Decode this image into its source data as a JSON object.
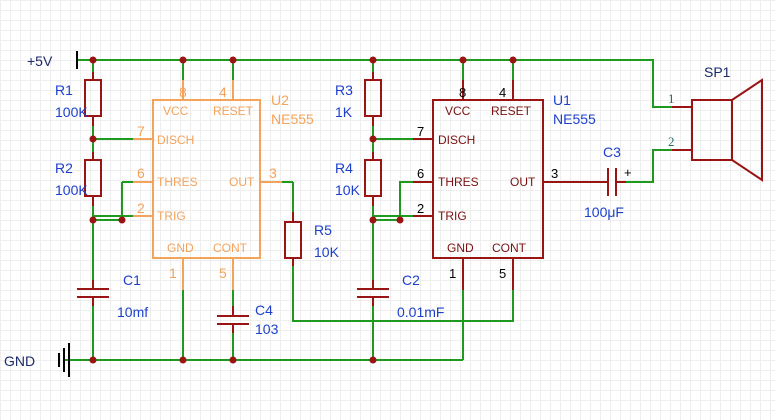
{
  "power": {
    "vcc": "+5V",
    "gnd": "GND"
  },
  "u2": {
    "ref": "U2",
    "part": "NE555",
    "pins": {
      "vcc": "VCC",
      "reset": "RESET",
      "disch": "DISCH",
      "thres": "THRES",
      "trig": "TRIG",
      "out": "OUT",
      "gnd": "GND",
      "cont": "CONT"
    },
    "pin_numbers": {
      "vcc": "8",
      "reset": "4",
      "disch": "7",
      "thres": "6",
      "trig": "2",
      "out": "3",
      "gnd": "1",
      "cont": "5"
    }
  },
  "u1": {
    "ref": "U1",
    "part": "NE555",
    "pins": {
      "vcc": "VCC",
      "reset": "RESET",
      "disch": "DISCH",
      "thres": "THRES",
      "trig": "TRIG",
      "out": "OUT",
      "gnd": "GND",
      "cont": "CONT"
    },
    "pin_numbers": {
      "vcc": "8",
      "reset": "4",
      "disch": "7",
      "thres": "6",
      "trig": "2",
      "out": "3",
      "gnd": "1",
      "cont": "5"
    }
  },
  "components": {
    "r1": {
      "ref": "R1",
      "value": "100K"
    },
    "r2": {
      "ref": "R2",
      "value": "100K"
    },
    "r3": {
      "ref": "R3",
      "value": "1K"
    },
    "r4": {
      "ref": "R4",
      "value": "10K"
    },
    "r5": {
      "ref": "R5",
      "value": "10K"
    },
    "c1": {
      "ref": "C1",
      "value": "10mf"
    },
    "c2": {
      "ref": "C2",
      "value": "0.01mF"
    },
    "c3": {
      "ref": "C3",
      "value": "100μF",
      "polarity": "+"
    },
    "c4": {
      "ref": "C4",
      "value": "103"
    }
  },
  "speaker": {
    "ref": "SP1",
    "pin1": "1",
    "pin2": "2"
  },
  "colors": {
    "wire": "#1f9a1f",
    "pin": "#9b1414",
    "u2_outline": "#f4a35b",
    "label": "#1c3fcc"
  }
}
